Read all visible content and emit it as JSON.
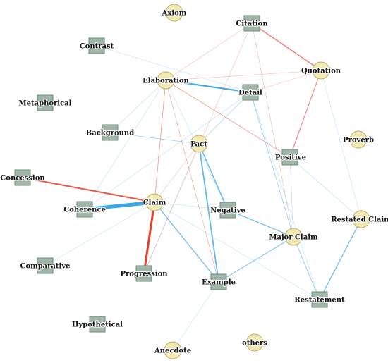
{
  "palette": {
    "circle_fill": "#f2eab2",
    "square_fill": "#9fb6a8",
    "positive_edge": "#3aa6e8",
    "negative_edge": "#e8402a",
    "label_color": "#111111"
  },
  "nodes": [
    {
      "id": "axiom",
      "label": "Axiom",
      "shape": "circle"
    },
    {
      "id": "citation",
      "label": "Citation",
      "shape": "square"
    },
    {
      "id": "contrast",
      "label": "Contrast",
      "shape": "square"
    },
    {
      "id": "quotation",
      "label": "Quotation",
      "shape": "circle"
    },
    {
      "id": "elaboration",
      "label": "Elaboration",
      "shape": "circle"
    },
    {
      "id": "detail",
      "label": "Detail",
      "shape": "square"
    },
    {
      "id": "metaphorical",
      "label": "Metaphorical",
      "shape": "square"
    },
    {
      "id": "background",
      "label": "Background",
      "shape": "square"
    },
    {
      "id": "fact",
      "label": "Fact",
      "shape": "circle"
    },
    {
      "id": "proverb",
      "label": "Proverb",
      "shape": "circle"
    },
    {
      "id": "positive",
      "label": "Positive",
      "shape": "square"
    },
    {
      "id": "concession",
      "label": "Concession",
      "shape": "square"
    },
    {
      "id": "claim",
      "label": "Claim",
      "shape": "circle"
    },
    {
      "id": "coherence",
      "label": "Coherence",
      "shape": "square"
    },
    {
      "id": "negative",
      "label": "Negative",
      "shape": "square"
    },
    {
      "id": "restated_claim",
      "label": "Restated Claim",
      "shape": "circle"
    },
    {
      "id": "major_claim",
      "label": "Major Claim",
      "shape": "circle"
    },
    {
      "id": "comparative",
      "label": "Comparative",
      "shape": "square"
    },
    {
      "id": "progression",
      "label": "Progression",
      "shape": "square"
    },
    {
      "id": "example",
      "label": "Example",
      "shape": "square"
    },
    {
      "id": "restatement",
      "label": "Restatement",
      "shape": "square"
    },
    {
      "id": "hypothetical",
      "label": "Hypothetical",
      "shape": "square"
    },
    {
      "id": "anecdote",
      "label": "Anecdote",
      "shape": "circle"
    },
    {
      "id": "others",
      "label": "others",
      "shape": "circle"
    }
  ],
  "edges": [
    {
      "source": "claim",
      "target": "coherence",
      "polarity": "positive",
      "weight": 5
    },
    {
      "source": "claim",
      "target": "progression",
      "polarity": "negative",
      "weight": 3
    },
    {
      "source": "concession",
      "target": "claim",
      "polarity": "negative",
      "weight": 2
    },
    {
      "source": "elaboration",
      "target": "detail",
      "polarity": "positive",
      "weight": 2.2
    },
    {
      "source": "fact",
      "target": "example",
      "polarity": "positive",
      "weight": 1.8
    },
    {
      "source": "fact",
      "target": "negative",
      "polarity": "positive",
      "weight": 1.6
    },
    {
      "source": "citation",
      "target": "quotation",
      "polarity": "negative",
      "weight": 1.4
    },
    {
      "source": "quotation",
      "target": "positive",
      "polarity": "negative",
      "weight": 1.2
    },
    {
      "source": "negative",
      "target": "major_claim",
      "polarity": "positive",
      "weight": 1.4
    },
    {
      "source": "claim",
      "target": "example",
      "polarity": "positive",
      "weight": 1.4
    },
    {
      "source": "major_claim",
      "target": "example",
      "polarity": "positive",
      "weight": 1.2
    },
    {
      "source": "restated_claim",
      "target": "restatement",
      "polarity": "positive",
      "weight": 1.4
    },
    {
      "source": "major_claim",
      "target": "restatement",
      "polarity": "positive",
      "weight": 1.0
    },
    {
      "source": "elaboration",
      "target": "claim",
      "polarity": "negative",
      "weight": 0.9
    },
    {
      "source": "elaboration",
      "target": "positive",
      "polarity": "negative",
      "weight": 0.9
    },
    {
      "source": "elaboration",
      "target": "example",
      "polarity": "negative",
      "weight": 0.7
    },
    {
      "source": "background",
      "target": "fact",
      "polarity": "positive",
      "weight": 0.8
    },
    {
      "source": "detail",
      "target": "major_claim",
      "polarity": "positive",
      "weight": 0.9
    },
    {
      "source": "detail",
      "target": "fact",
      "polarity": "positive",
      "weight": 0.8
    },
    {
      "source": "elaboration",
      "target": "quotation",
      "polarity": "negative",
      "weight": 0.5
    },
    {
      "source": "citation",
      "target": "elaboration",
      "polarity": "negative",
      "weight": 0.5
    },
    {
      "source": "citation",
      "target": "major_claim",
      "polarity": "negative",
      "weight": 0.6
    },
    {
      "source": "citation",
      "target": "progression",
      "polarity": "negative",
      "weight": 0.5
    },
    {
      "source": "detail",
      "target": "coherence",
      "polarity": "positive",
      "weight": 0.5
    },
    {
      "source": "fact",
      "target": "claim",
      "polarity": "negative",
      "weight": 0.5
    },
    {
      "source": "claim",
      "target": "negative",
      "polarity": "positive",
      "weight": 0.5
    },
    {
      "source": "positive",
      "target": "restated_claim",
      "polarity": "positive",
      "weight": 0.6
    },
    {
      "source": "positive",
      "target": "major_claim",
      "polarity": "positive",
      "weight": 0.6
    },
    {
      "source": "detail",
      "target": "restatement",
      "polarity": "positive",
      "weight": 0.5
    },
    {
      "source": "claim",
      "target": "restatement",
      "polarity": "positive",
      "weight": 0.4
    },
    {
      "source": "contrast",
      "target": "detail",
      "polarity": "positive",
      "weight": 0.4
    },
    {
      "source": "elaboration",
      "target": "coherence",
      "polarity": "positive",
      "weight": 0.5
    },
    {
      "source": "background",
      "target": "elaboration",
      "polarity": "positive",
      "weight": 0.5
    },
    {
      "source": "claim",
      "target": "comparative",
      "polarity": "positive",
      "weight": 0.4
    },
    {
      "source": "example",
      "target": "anecdote",
      "polarity": "positive",
      "weight": 0.4
    },
    {
      "source": "fact",
      "target": "progression",
      "polarity": "positive",
      "weight": 0.4
    },
    {
      "source": "quotation",
      "target": "detail",
      "polarity": "negative",
      "weight": 0.5
    },
    {
      "source": "elaboration",
      "target": "negative",
      "polarity": "positive",
      "weight": 0.4
    },
    {
      "source": "restated_claim",
      "target": "quotation",
      "polarity": "positive",
      "weight": 0.4
    }
  ]
}
